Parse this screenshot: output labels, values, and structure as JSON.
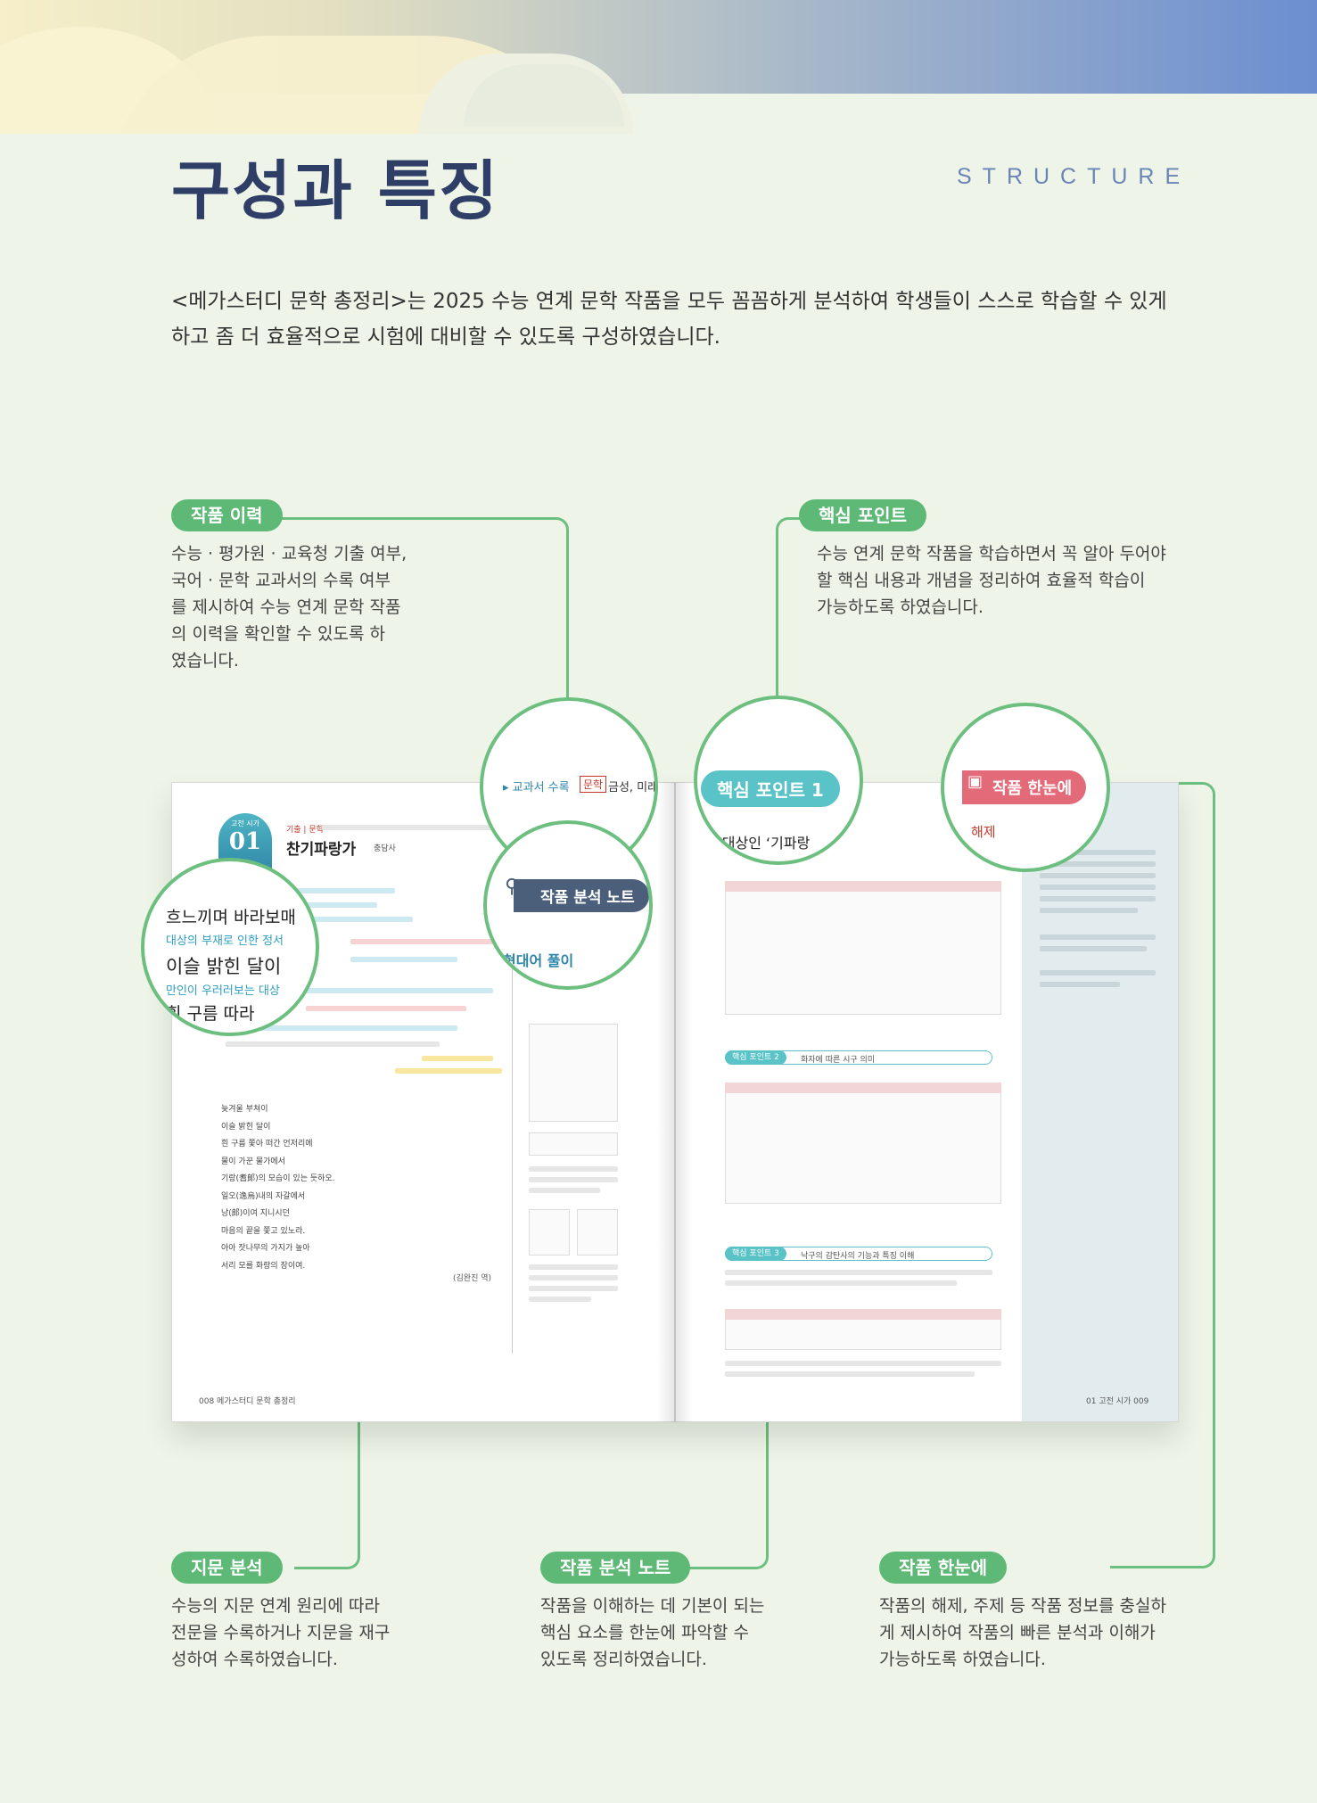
{
  "header": {
    "title": "구성과 특징",
    "subtitle": "STRUCTURE",
    "intro_line1": "<메가스터디 문학 총정리>는 2025 수능 연계 문학 작품을 모두 꼼꼼하게 분석하여 학생들이 스스로 학습할 수 있게",
    "intro_line2": "하고 좀 더 효율적으로 시험에 대비할 수 있도록 구성하였습니다."
  },
  "callouts": {
    "history": {
      "label": "작품 이력",
      "lines": [
        "수능 · 평가원 · 교육청 기출 여부,",
        "국어 · 문학 교과서의 수록 여부",
        "를 제시하여 수능 연계 문학 작품",
        "의 이력을 확인할 수 있도록 하",
        "였습니다."
      ]
    },
    "keypoint": {
      "label": "핵심 포인트",
      "lines": [
        "수능 연계 문학 작품을 학습하면서 꼭 알아 두어야",
        "할 핵심 내용과 개념을 정리하여 효율적 학습이",
        "가능하도록 하였습니다."
      ]
    },
    "passage": {
      "label": "지문 분석",
      "lines": [
        "수능의 지문 연계 원리에 따라",
        "전문을 수록하거나 지문을 재구",
        "성하여 수록하였습니다."
      ]
    },
    "notes": {
      "label": "작품 분석 노트",
      "lines": [
        "작품을 이해하는 데 기본이 되는",
        "핵심 요소를 한눈에 파악할 수",
        "있도록 정리하였습니다."
      ]
    },
    "glance": {
      "label": "작품 한눈에",
      "lines": [
        "작품의 해제, 주제 등 작품 정보를 충실하",
        "게 제시하여 작품의 빠른 분석과 이해가",
        "가능하도록 하였습니다."
      ]
    }
  },
  "magnifiers": {
    "textbook": "▸ 교과서 수록",
    "textbook_tag": "문학",
    "textbook_rest": "금성, 미래",
    "keypoint_label": "핵심 포인트 1",
    "keypoint_text": "적 대상인 ‘기파랑",
    "glance_label": "작품 한눈에",
    "glance_sub": "해제",
    "notes_label": "작품 분석 노트",
    "notes_sub": "현대어 풀이",
    "passage_l1": "흐느끼며 바라보매",
    "passage_l2": "대상의 부재로 인한 정서",
    "passage_l3": "이슬 밝힌 달이",
    "passage_l4": "만인이 우러러보는 대상",
    "passage_l5": "흰 구름 따라"
  },
  "book": {
    "left": {
      "badge_small": "고전 시가",
      "badge_num": "01",
      "work_title": "찬기파랑가",
      "author": "충담사",
      "tags": "기출 | 문학",
      "poem_lines": [
        "늦겨울 부쳐이",
        "이슬 밝힌 달이",
        "흰 구름 쫓아 떠간 언저리에",
        "물이 가꾼 물가에서",
        "기랑(耆郞)의 모습이 있는 듯하오.",
        "일오(逸烏)내의 자갈에서",
        "낭(郞)이여 지니시던",
        "마음의 끝을 쫓고 있노라.",
        "아아 잣나무의 가지가 높아",
        "서리 모를 화랑의 장이여."
      ],
      "translator": "(김완진 역)",
      "footer": "008 메가스터디 문학 총정리"
    },
    "right": {
      "hp2": "핵심 포인트 2",
      "hp2_text": "화자에 따른 시구 의미",
      "hp3": "핵심 포인트 3",
      "hp3_text": "낙구의 감탄사의 기능과 특징 이해",
      "footer": "01 고전 시가 009"
    }
  },
  "colors": {
    "accent_green": "#5eb876",
    "title_navy": "#2e3e66",
    "teal": "#5ac3c8"
  }
}
